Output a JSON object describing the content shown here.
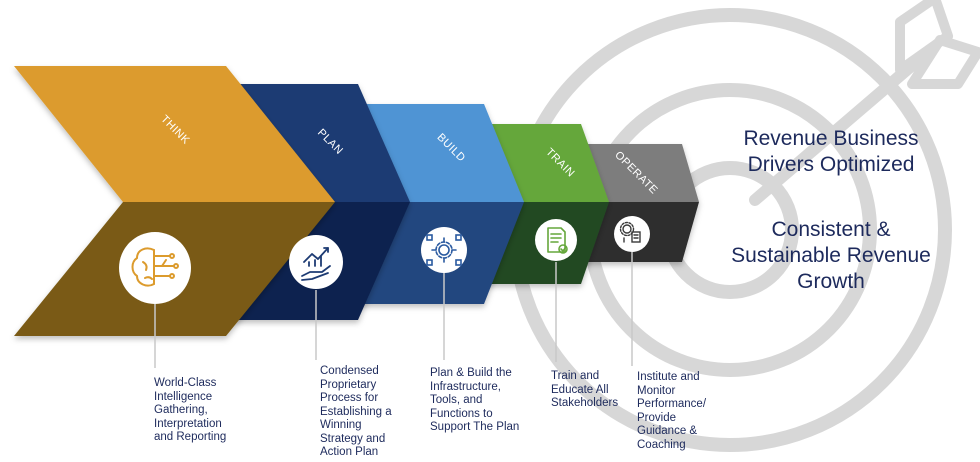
{
  "colors": {
    "navy_text": "#1d2a5c",
    "target": "#d7d7d7",
    "divider": "#c8c8c8"
  },
  "stages": [
    {
      "label": "THINK",
      "top_color": "#dc9b2d",
      "bottom_color": "#7a5a12",
      "icon": "brain-circuit-icon",
      "description": [
        "World-Class",
        "Intelligence",
        "Gathering,",
        "Interpretation",
        "and Reporting"
      ]
    },
    {
      "label": "PLAN",
      "top_color": "#1d3b73",
      "bottom_color": "#0f2350",
      "icon": "growth-chart-hand-icon",
      "description": [
        "Condensed",
        "Proprietary",
        "Process for",
        "Establishing a",
        "Winning",
        "Strategy and",
        "Action Plan"
      ]
    },
    {
      "label": "BUILD",
      "top_color": "#4f94d4",
      "bottom_color": "#22467f",
      "icon": "gear-network-icon",
      "description": [
        "Plan & Build the",
        "Infrastructure,",
        "Tools, and",
        "Functions to",
        "Support The Plan"
      ]
    },
    {
      "label": "TRAIN",
      "top_color": "#65a73b",
      "bottom_color": "#224a23",
      "icon": "checklist-document-icon",
      "description": [
        "Train and",
        "Educate All",
        "Stakeholders"
      ]
    },
    {
      "label": "OPERATE",
      "top_color": "#7d7d7d",
      "bottom_color": "#2d2d2d",
      "icon": "gear-report-icon",
      "description": [
        "Institute and",
        "Monitor",
        "Performance/",
        "Provide",
        "Guidance &",
        "Coaching"
      ]
    }
  ],
  "headline_top": [
    "Revenue Business",
    "Drivers Optimized"
  ],
  "headline_bottom": [
    "Consistent &",
    "Sustainable Revenue",
    "Growth"
  ]
}
